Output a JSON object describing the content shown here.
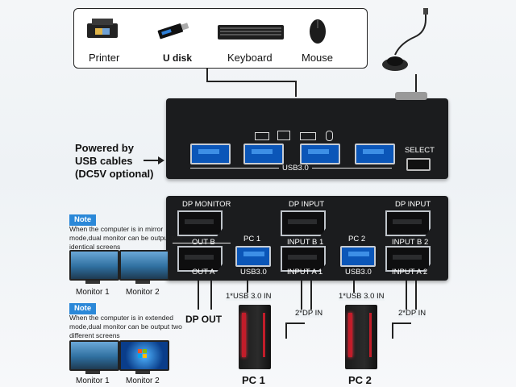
{
  "peripherals": {
    "printer": "Printer",
    "udisk": "U disk",
    "keyboard": "Keyboard",
    "mouse": "Mouse"
  },
  "power_note": {
    "line1": "Powered by",
    "line2": "USB cables",
    "line3": "(DC5V optional)"
  },
  "top_panel": {
    "usb_label": "USB3.0",
    "select_label": "SELECT"
  },
  "bottom_panel": {
    "dp_monitor": "DP MONITOR",
    "out_b": "OUT B",
    "out_a": "OUT A",
    "pc1": "PC 1",
    "pc1_usb": "USB3.0",
    "pc1_dp_input": "DP INPUT",
    "input_b1": "INPUT B 1",
    "input_a1": "INPUT A 1",
    "pc2": "PC 2",
    "pc2_usb": "USB3.0",
    "pc2_dp_input": "DP INPUT",
    "input_b2": "INPUT B 2",
    "input_a2": "INPUT A 2"
  },
  "notes": [
    {
      "tag": "Note",
      "text": "When the computer is in mirror mode,dual monitor can be output two identical screens",
      "monitor1": "Monitor 1",
      "monitor2": "Monitor 2"
    },
    {
      "tag": "Note",
      "text": "When the computer is in extended mode,dual monitor can be output two different screens",
      "monitor1": "Monitor 1",
      "monitor2": "Monitor 2"
    }
  ],
  "cables": {
    "dp_out": "DP OUT",
    "pc1_usb_in": "1*USB 3.0 IN",
    "pc1_dp_in": "2*DP IN",
    "pc2_usb_in": "1*USB 3.0 IN",
    "pc2_dp_in": "2*DP IN"
  },
  "computers": {
    "pc1": "PC 1",
    "pc2": "PC 2"
  },
  "colors": {
    "usb_blue": "#0b56b8",
    "note_blue": "#2b88d8",
    "chassis": "#1b1c1e",
    "tower_red": "#c21d2a"
  }
}
